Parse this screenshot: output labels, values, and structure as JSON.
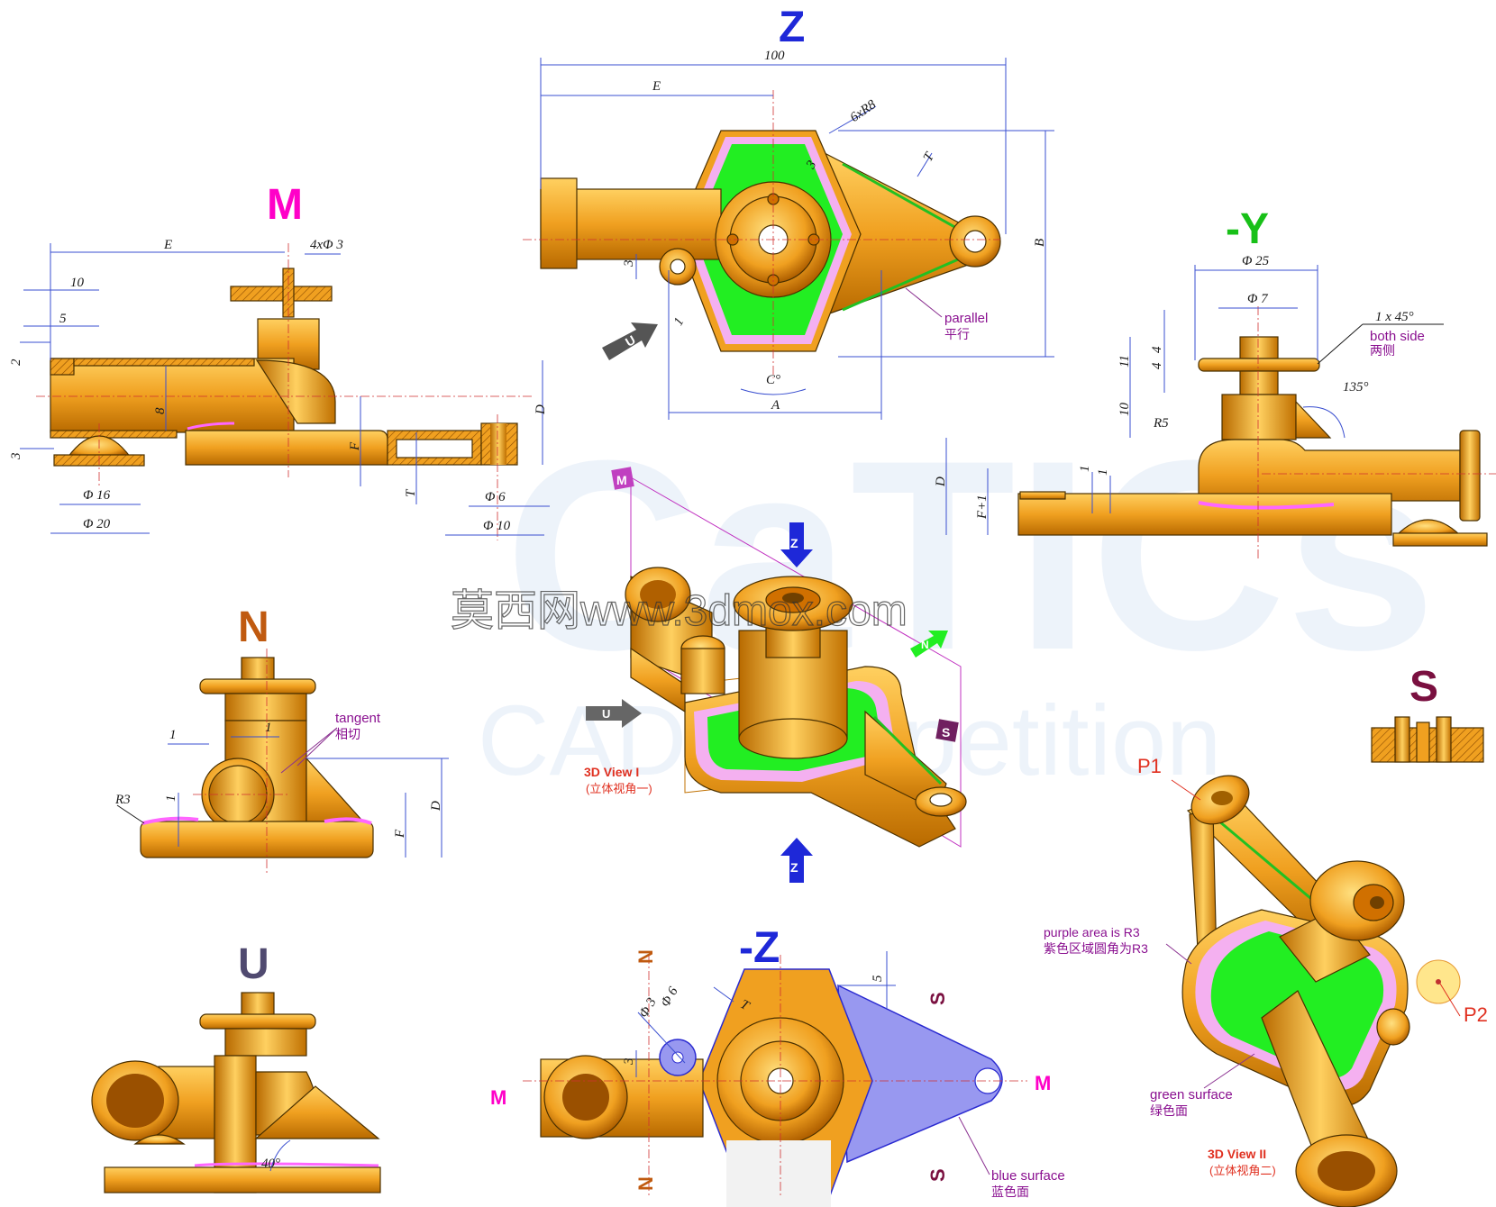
{
  "views": {
    "M": {
      "letter": "M",
      "color": "#ff00c8"
    },
    "Z": {
      "letter": "Z",
      "color": "#1e28d8"
    },
    "Y": {
      "letter": "-Y",
      "color": "#18c018"
    },
    "N": {
      "letter": "N",
      "color": "#c05a10"
    },
    "S": {
      "letter": "S",
      "color": "#7a1040"
    },
    "U": {
      "letter": "U",
      "color": "#504a70"
    },
    "NZ": {
      "letter": "-Z",
      "color": "#1e28d8"
    }
  },
  "dims": {
    "top_100": "100",
    "top_E": "E",
    "top_6xR8": "6xR8",
    "top_3": "3",
    "top_T": "T",
    "top_B": "B",
    "top_3b": "3",
    "top_1": "1",
    "top_C": "C°",
    "top_A": "A",
    "m_E": "E",
    "m_4xd3": "4xΦ 3",
    "m_10": "10",
    "m_5": "5",
    "m_2": "2",
    "m_8": "8",
    "m_3": "3",
    "m_F": "F",
    "m_D": "D",
    "m_T": "T",
    "m_d16": "Φ 16",
    "m_d20": "Φ 20",
    "m_d6": "Φ 6",
    "m_d10": "Φ 10",
    "y_d25": "Φ 25",
    "y_d7": "Φ 7",
    "y_1x45": "1 x 45°",
    "y_4a": "4",
    "y_4b": "4",
    "y_11": "11",
    "y_10": "10",
    "y_135": "135°",
    "y_R5": "R5",
    "y_D": "D",
    "y_F1": "F+1",
    "y_1a": "1",
    "y_1b": "1",
    "n_1a": "1",
    "n_1b": "1",
    "n_R3": "R3",
    "n_1c": "1",
    "n_F": "F",
    "n_D": "D",
    "u_40": "40°",
    "z_5": "5",
    "z_T": "T",
    "z_d3": "Φ 3",
    "z_d6": "Φ 6",
    "z_3": "3"
  },
  "notes": {
    "parallel_en": "parallel",
    "parallel_cn": "平行",
    "bothside_en": "both side",
    "bothside_cn": "两侧",
    "tangent_en": "tangent",
    "tangent_cn": "相切",
    "view1_en": "3D View I",
    "view1_cn": "(立体视角一)",
    "view2_en": "3D View II",
    "view2_cn": "(立体视角二)",
    "purple_en": "purple area is R3",
    "purple_cn": "紫色区域圆角为R3",
    "green_en": "green surface",
    "green_cn": "绿色面",
    "blue_en": "blue surface",
    "blue_cn": "蓝色面",
    "p1": "P1",
    "p2": "P2"
  },
  "markers": {
    "m": "M",
    "z": "Z",
    "u": "U",
    "n": "N",
    "s": "S"
  },
  "watermark": {
    "text": "莫西网www.3dmox.com",
    "bg1": "CaTICs",
    "bg2": "CAD competition"
  },
  "colors": {
    "body": "#f0a020",
    "body_dark": "#a86200",
    "green": "#22ee22",
    "purple": "#f0b4f0",
    "blue": "#9898f0",
    "dim": "#3a4fd0"
  }
}
